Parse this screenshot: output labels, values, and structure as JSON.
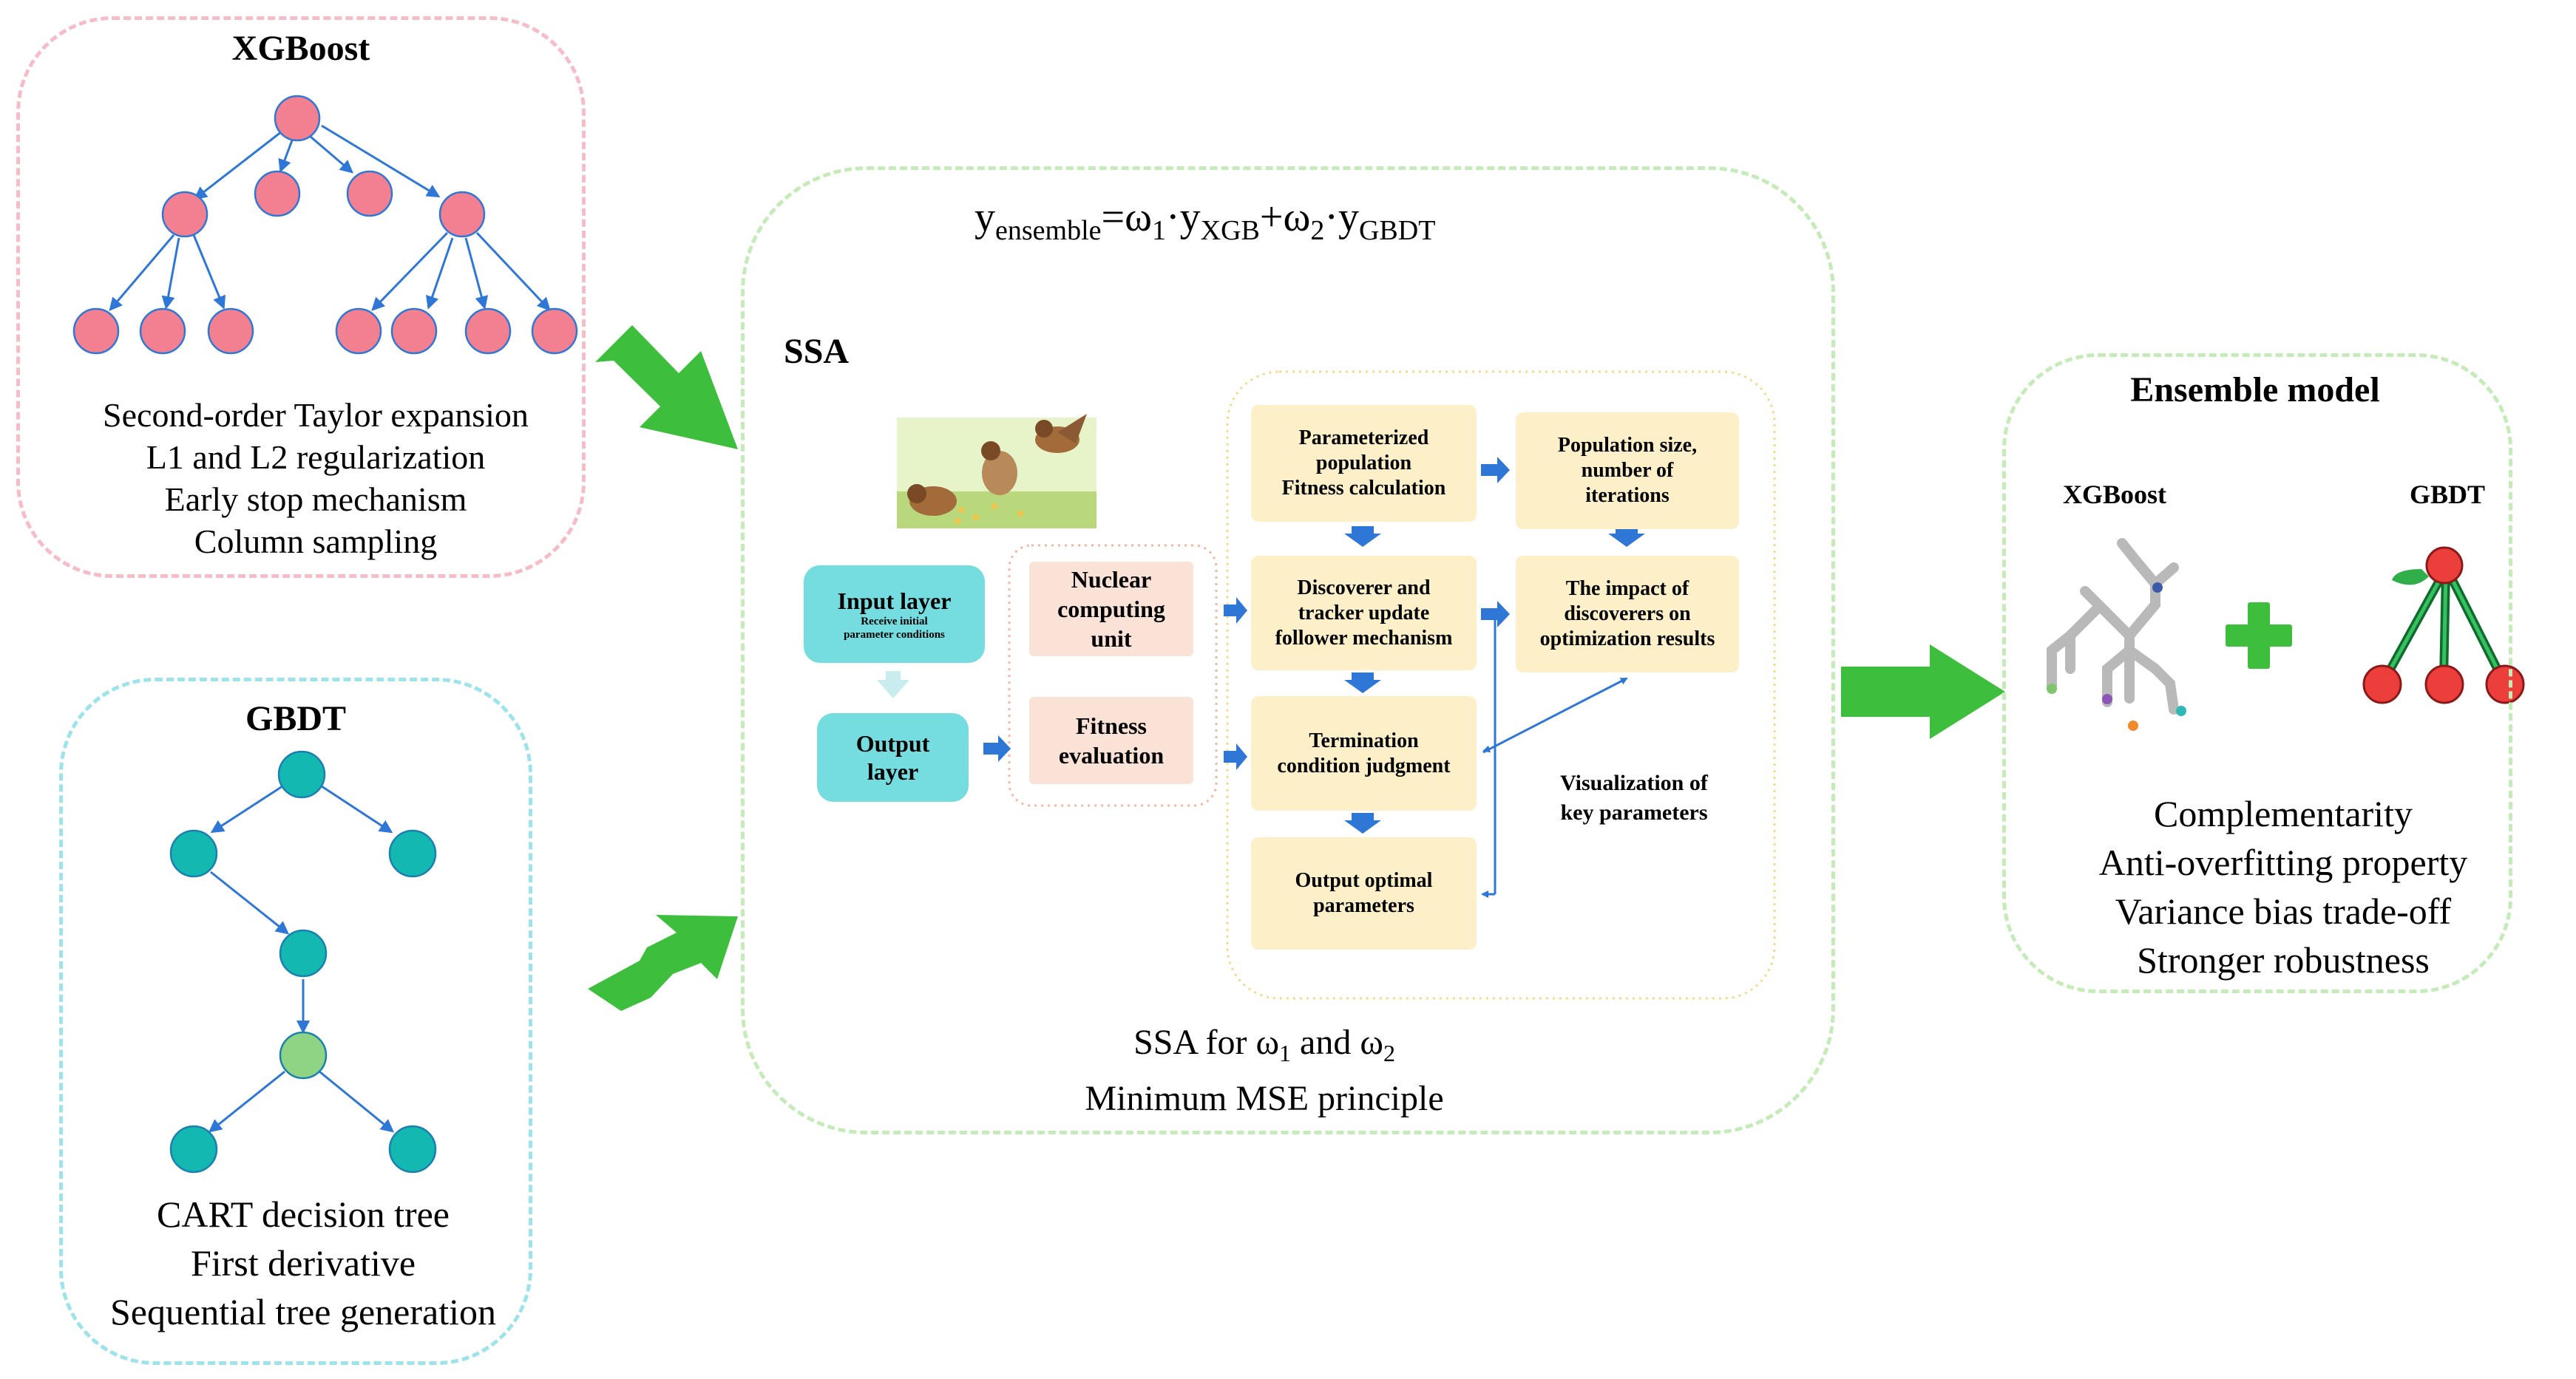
{
  "xgboost": {
    "title": "XGBoost",
    "features": [
      "Second-order Taylor expansion",
      "L1 and L2 regularization",
      "Early stop mechanism",
      "Column sampling"
    ]
  },
  "gbdt": {
    "title": "GBDT",
    "features": [
      "CART decision tree",
      "First derivative",
      "Sequential tree generation"
    ]
  },
  "ssa": {
    "formula": {
      "y": "y",
      "y_sub": "ensemble",
      "eq": "=",
      "w1": "ω",
      "w1_sub": "1",
      "dot1": "·y",
      "yxgb_sub": "XGB",
      "plus": "+",
      "w2": "ω",
      "w2_sub": "2",
      "dot2": "·y",
      "ygbdt_sub": "GBDT"
    },
    "label": "SSA",
    "input_layer": {
      "title": "Input layer",
      "sub1": "Receive initial",
      "sub2": "parameter conditions"
    },
    "output_layer": {
      "line1": "Output",
      "line2": "layer"
    },
    "nuclear": {
      "line1": "Nuclear",
      "line2": "computing",
      "line3": "unit"
    },
    "fitness": {
      "line1": "Fitness",
      "line2": "evaluation"
    },
    "steps": {
      "s1": {
        "line1": "Parameterized",
        "line2": "population",
        "line3": "Fitness calculation"
      },
      "s2": {
        "line1": "Discoverer and",
        "line2": "tracker update",
        "line3": "follower mechanism"
      },
      "s3": {
        "line1": "Termination",
        "line2": "condition judgment"
      },
      "s4": {
        "line1": "Output optimal",
        "line2": "parameters"
      },
      "r1": {
        "line1": "Population size,",
        "line2": "number of",
        "line3": "iterations"
      },
      "r2": {
        "line1": "The impact of",
        "line2": "discoverers on",
        "line3": "optimization results"
      }
    },
    "visualization": {
      "line1": "Visualization of",
      "line2": "key parameters"
    },
    "caption": {
      "line1_pre": "SSA for ω",
      "line1_s1": "1",
      "line1_mid": " and ω",
      "line1_s2": "2",
      "line2": "Minimum MSE principle"
    }
  },
  "ensemble": {
    "title": "Ensemble model",
    "xgb_label": "XGBoost",
    "gbdt_label": "GBDT",
    "features": [
      "Complementarity",
      "Anti-overfitting property",
      "Variance bias trade-off",
      "Stronger robustness"
    ]
  },
  "colors": {
    "xgb_node": "#f28090",
    "xgb_border": "#f6bcc8",
    "gbdt_node": "#13b8b0",
    "gbdt_node_alt": "#8fd384",
    "gbdt_border": "#9de3ea",
    "ensemble_border": "#c5ebb9",
    "arrow_green": "#3dbf3d",
    "blue": "#2f77d6",
    "cherry": "#ec3e3a",
    "stem": "#159a45"
  }
}
